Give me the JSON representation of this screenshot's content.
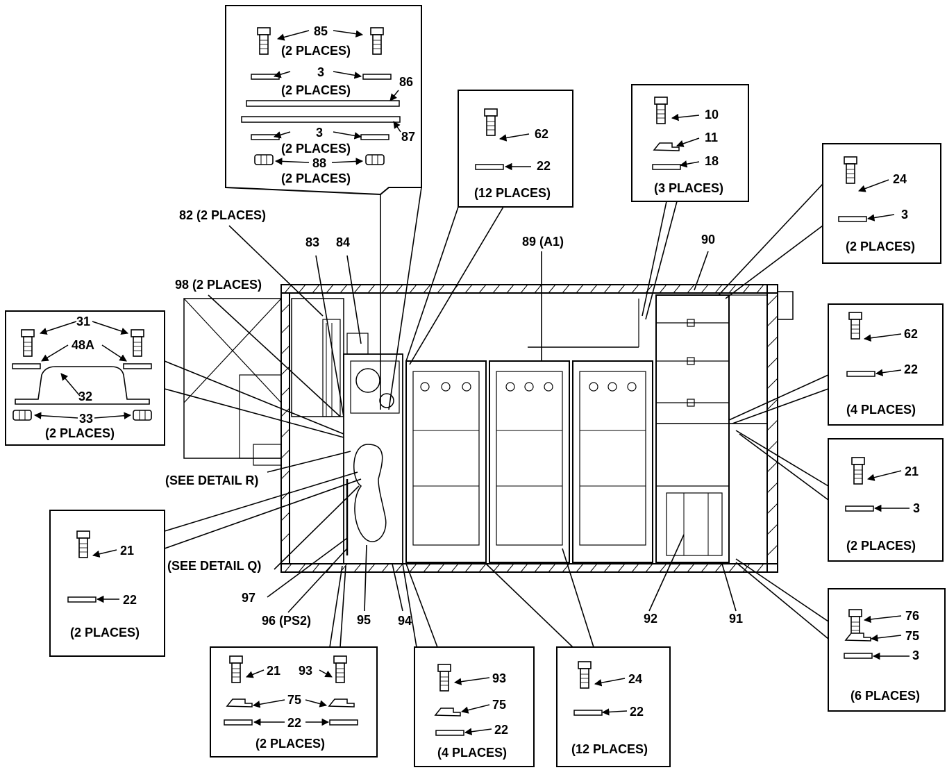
{
  "callouts": {
    "c85": "85",
    "c85p": "(2 PLACES)",
    "c3a": "3",
    "c3ap": "(2 PLACES)",
    "c86": "86",
    "c87": "87",
    "c3b": "3",
    "c3bp": "(2 PLACES)",
    "c88": "88",
    "c88p": "(2 PLACES)",
    "c62a": "62",
    "c22a": "22",
    "c12a": "(12 PLACES)",
    "c10": "10",
    "c11": "11",
    "c18": "18",
    "c3pl": "(3 PLACES)",
    "c24a": "24",
    "c3c": "3",
    "c2pa": "(2 PLACES)",
    "c82": "82 (2 PLACES)",
    "c83": "83",
    "c84": "84",
    "c89": "89 (A1)",
    "c90": "90",
    "c98": "98 (2 PLACES)",
    "c31": "31",
    "c48a": "48A",
    "c32": "32",
    "c33": "33",
    "c33p": "(2 PLACES)",
    "c62b": "62",
    "c22b": "22",
    "c4pa": "(4 PLACES)",
    "seeR": "(SEE DETAIL R)",
    "seeQ": "(SEE DETAIL Q)",
    "c21a": "21",
    "c22c": "22",
    "c2pb": "(2 PLACES)",
    "c21b": "21",
    "c3d": "3",
    "c2pc": "(2 PLACES)",
    "c97": "97",
    "c96": "96 (PS2)",
    "c95": "95",
    "c94": "94",
    "c92": "92",
    "c91": "91",
    "c76": "76",
    "c75a": "75",
    "c3e": "3",
    "c6p": "(6 PLACES)",
    "c21c": "21",
    "c93a": "93",
    "c75b": "75",
    "c22d": "22",
    "c2pd": "(2 PLACES)",
    "c93b": "93",
    "c75c": "75",
    "c22e": "22",
    "c4pb": "(4 PLACES)",
    "c24b": "24",
    "c22f": "22",
    "c12b": "(12 PLACES)"
  }
}
